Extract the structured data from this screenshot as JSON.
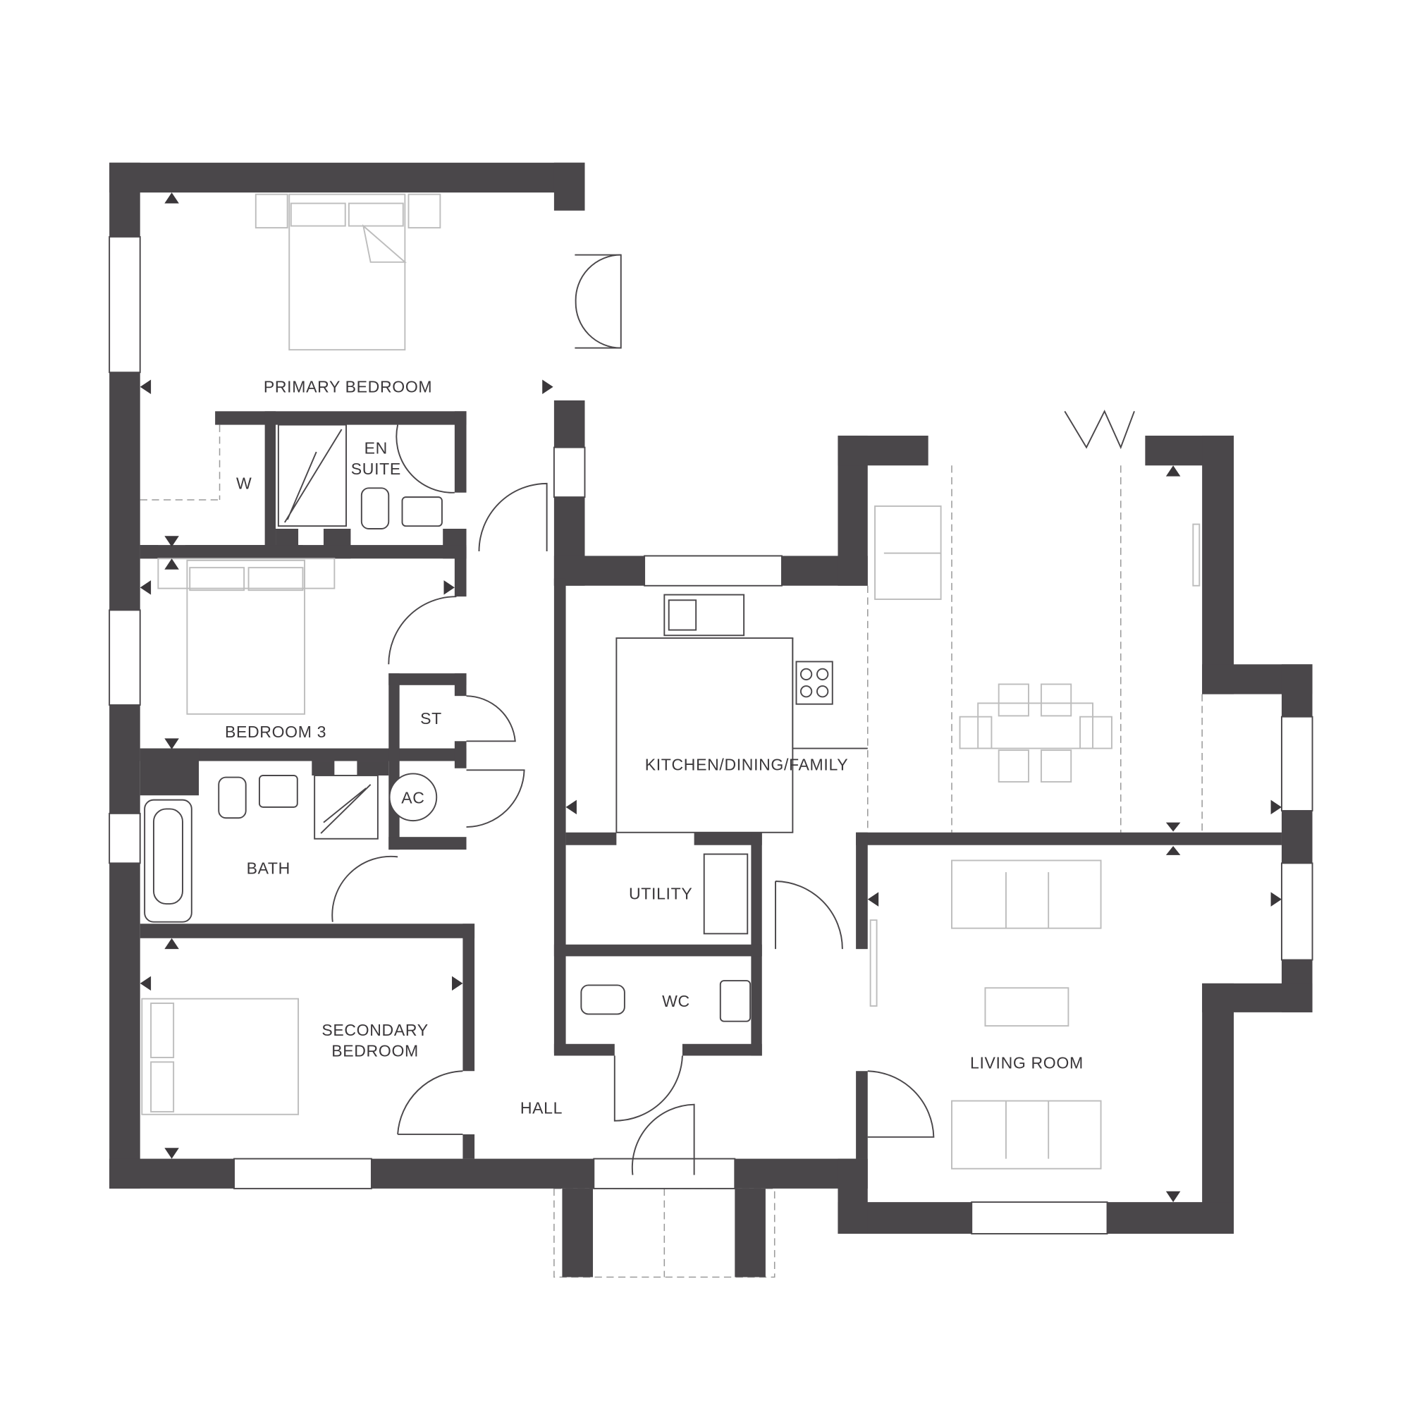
{
  "rooms": {
    "primary_bedroom": "PRIMARY BEDROOM",
    "en_suite_1": "EN",
    "en_suite_2": "SUITE",
    "wardrobe": "W",
    "bedroom3": "BEDROOM 3",
    "store": "ST",
    "airing_cupboard": "AC",
    "bath": "BATH",
    "secondary_bedroom_1": "SECONDARY",
    "secondary_bedroom_2": "BEDROOM",
    "hall": "HALL",
    "kitchen": "KITCHEN/DINING/FAMILY",
    "utility": "UTILITY",
    "wc": "WC",
    "living_room": "LIVING ROOM"
  },
  "colors": {
    "wall": "#4a474a",
    "furniture": "#bdbdbd"
  }
}
